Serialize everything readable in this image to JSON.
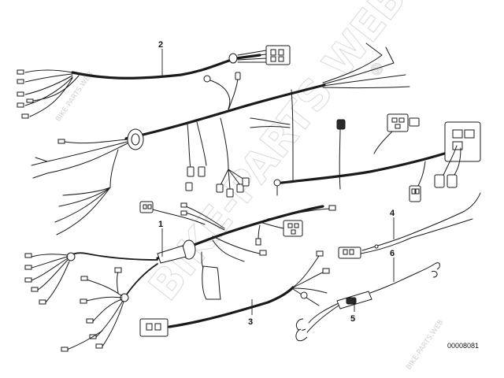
{
  "callouts": [
    {
      "label": "1"
    },
    {
      "label": "2"
    },
    {
      "label": "3"
    },
    {
      "label": "4"
    },
    {
      "label": "5"
    },
    {
      "label": "6"
    }
  ],
  "reference_number": "00008081",
  "watermark": {
    "main": "BIKE-PARTS WEB",
    "registered": "®",
    "small_top": "BIKE-PARTS.WEB",
    "small_bottom": "BIKE-PARTS.WEB"
  }
}
